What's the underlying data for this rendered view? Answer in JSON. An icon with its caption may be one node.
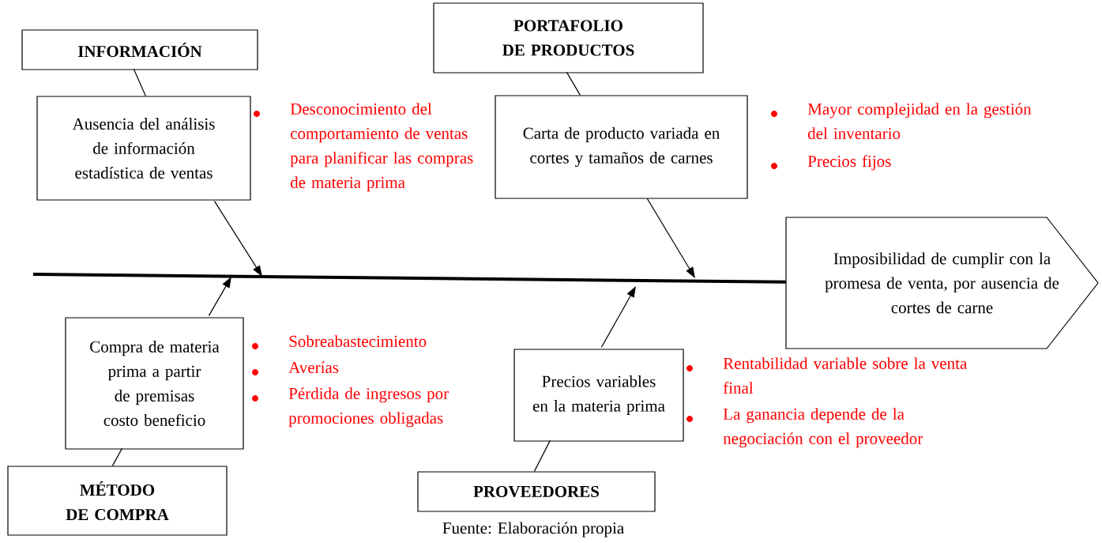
{
  "diagram": {
    "caption": "Fuente: Elaboración propia",
    "nodes": [
      {
        "text": [
          "INFORMACIÓN"
        ]
      },
      {
        "text": [
          "Ausencia del análisis de información estadística de ventas"
        ]
      },
      {
        "text": [
          "PORTAFOLIO DE PRODUCTOS"
        ]
      },
      {
        "text": [
          "Carta de producto variada en cortes y tamaños de carnes"
        ]
      },
      {
        "text": [
          "Imposibilidad de cumplir con la promesa de venta, por ausencia de cortes de carne"
        ]
      },
      {
        "text": [
          "Compra de materia prima a partir de premisas costo beneficio"
        ]
      },
      {
        "text": [
          "MÉTODO DE COMPRA"
        ]
      },
      {
        "text": [
          "Precios variables en la materia prima"
        ]
      },
      {
        "text": [
          "PROVEEDORES"
        ]
      }
    ],
    "edges": [
      {
        "from": 0,
        "to": 1,
        "arrow": "none"
      },
      {
        "from": 1,
        "to": null,
        "arrow": "to"
      },
      {
        "from": 2,
        "to": 3,
        "arrow": "none"
      },
      {
        "from": 3,
        "to": null,
        "arrow": "to"
      },
      {
        "from": null,
        "to": 4,
        "arrow": "none",
        "style": "thick"
      },
      {
        "from": 5,
        "to": null,
        "arrow": "to"
      },
      {
        "from": 5,
        "to": 6,
        "arrow": "none"
      },
      {
        "from": 7,
        "to": null,
        "arrow": "to"
      },
      {
        "from": 7,
        "to": 8,
        "arrow": "none"
      }
    ],
    "labels": [
      "Desconocimiento del comportamiento de ventas para planificar las compras de materia prima",
      "Mayor complejidad en la gestión del inventario",
      "Precios fijos",
      "Sobreabastecimiento",
      "Averías",
      "Pérdida de ingresos por promociones obligadas",
      "Rentabilidad variable sobre la venta final",
      "La ganancia depende de la negociación con el proveedor"
    ]
  }
}
